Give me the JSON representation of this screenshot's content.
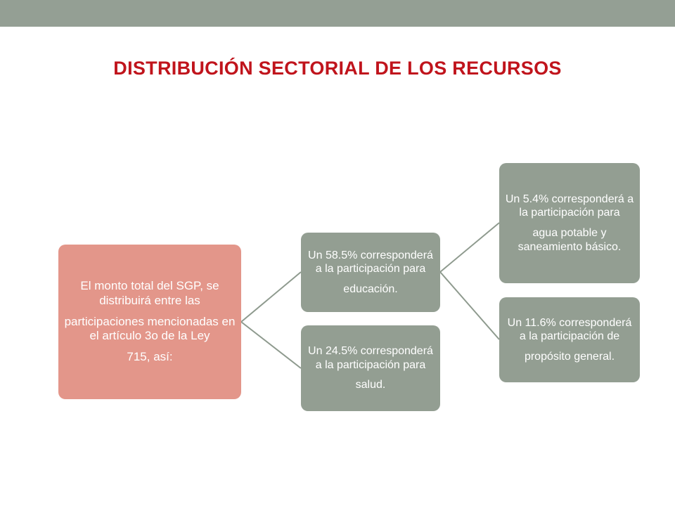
{
  "colors": {
    "top_bar": "#949f94",
    "title": "#c0141c",
    "root_node": "#e3968a",
    "child_node": "#939e92",
    "connector": "#8e9a8e"
  },
  "title": "DISTRIBUCIÓN  SECTORIAL  DE LOS RECURSOS",
  "diagram": {
    "root": {
      "line1": "El monto total del SGP, se distribuirá entre las",
      "line2": "participaciones mencionadas en el artículo 3o de la Ley",
      "line3": "715, así:"
    },
    "educacion": {
      "line1": "Un 58.5% corresponderá a la participación para",
      "line2": "educación."
    },
    "salud": {
      "line1": "Un 24.5% corresponderá a la participación para",
      "line2": "salud."
    },
    "agua": {
      "line1": "Un 5.4% corresponderá a la participación para",
      "line2": "agua potable y saneamiento básico."
    },
    "proposito": {
      "line1": "Un 11.6% corresponderá a la participación de",
      "line2": "propósito general."
    }
  }
}
